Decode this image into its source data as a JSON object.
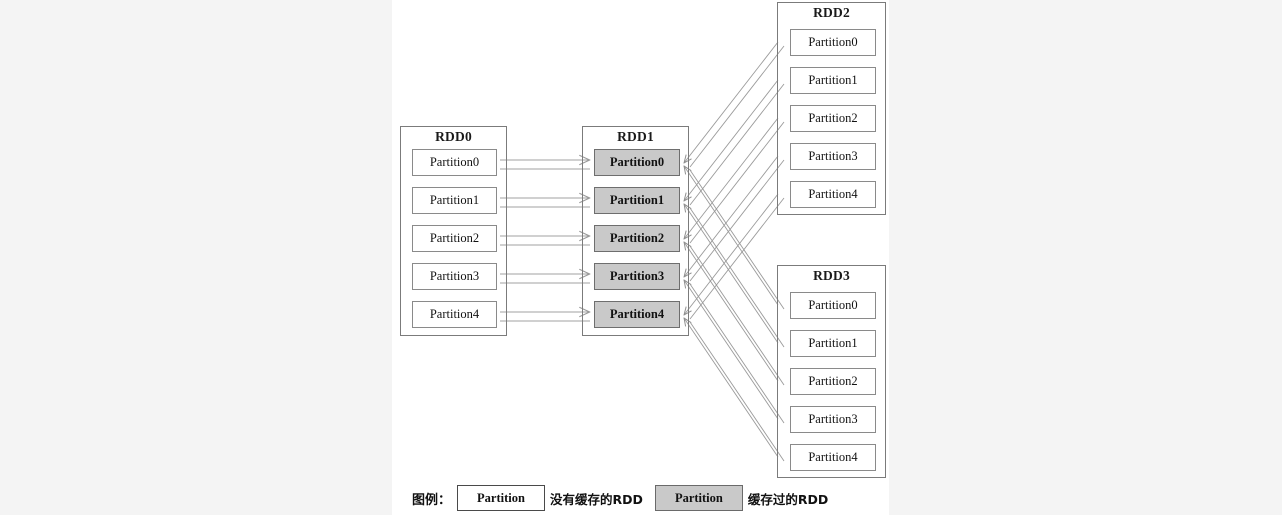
{
  "canvas": {
    "background": "#ffffff",
    "page_background": "#f4f4f4"
  },
  "colors": {
    "cached_fill": "#c9c9c9",
    "uncached_fill": "#ffffff",
    "border": "#7b7b7b",
    "line": "#8f8f8f",
    "text": "#121212"
  },
  "rdds": [
    {
      "id": "rdd0",
      "title": "RDD0",
      "cached": false,
      "partitions": [
        "Partition0",
        "Partition1",
        "Partition2",
        "Partition3",
        "Partition4"
      ]
    },
    {
      "id": "rdd1",
      "title": "RDD1",
      "cached": true,
      "partitions": [
        "Partition0",
        "Partition1",
        "Partition2",
        "Partition3",
        "Partition4"
      ]
    },
    {
      "id": "rdd2",
      "title": "RDD2",
      "cached": false,
      "partitions": [
        "Partition0",
        "Partition1",
        "Partition2",
        "Partition3",
        "Partition4"
      ]
    },
    {
      "id": "rdd3",
      "title": "RDD3",
      "cached": false,
      "partitions": [
        "Partition0",
        "Partition1",
        "Partition2",
        "Partition3",
        "Partition4"
      ]
    }
  ],
  "legend": {
    "label": "图例：",
    "uncached_box_text": "Partition",
    "uncached_text": "没有缓存的RDD",
    "cached_box_text": "Partition",
    "cached_text": "缓存过的RDD"
  }
}
